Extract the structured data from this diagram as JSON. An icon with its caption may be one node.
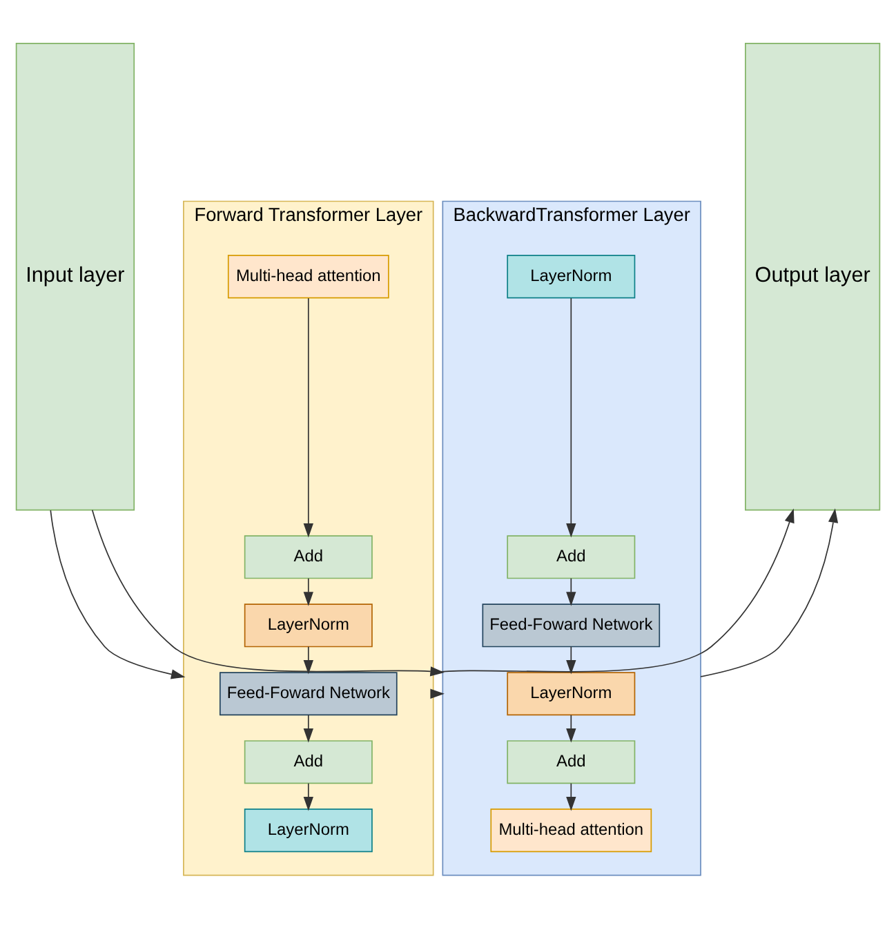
{
  "diagram": {
    "nodes": [
      {
        "text": [
          "Input layer"
        ]
      },
      {
        "text": [
          "Forward Transformer Layer"
        ]
      },
      {
        "text": [
          "Multi-head attention"
        ],
        "in": 1
      },
      {
        "text": [
          "Add"
        ],
        "in": 1
      },
      {
        "text": [
          "LayerNorm"
        ],
        "in": 1
      },
      {
        "text": [
          "Feed-Foward Network"
        ],
        "in": 1
      },
      {
        "text": [
          "Add"
        ],
        "in": 1
      },
      {
        "text": [
          "LayerNorm"
        ],
        "in": 1
      },
      {
        "text": [
          "BackwardTransformer Layer"
        ]
      },
      {
        "text": [
          "LayerNorm"
        ],
        "in": 8
      },
      {
        "text": [
          "Add"
        ],
        "in": 8
      },
      {
        "text": [
          "Feed-Foward Network"
        ],
        "in": 8
      },
      {
        "text": [
          "LayerNorm"
        ],
        "in": 8
      },
      {
        "text": [
          "Add"
        ],
        "in": 8
      },
      {
        "text": [
          "Multi-head attention"
        ],
        "in": 8
      },
      {
        "text": [
          "Output layer"
        ]
      }
    ],
    "edges": [
      {
        "from": 2,
        "to": 3,
        "arrow": "to"
      },
      {
        "from": 3,
        "to": 4,
        "arrow": "to"
      },
      {
        "from": 4,
        "to": 5,
        "arrow": "to"
      },
      {
        "from": 5,
        "to": 6,
        "arrow": "to"
      },
      {
        "from": 6,
        "to": 7,
        "arrow": "to"
      },
      {
        "from": 9,
        "to": 10,
        "arrow": "to"
      },
      {
        "from": 10,
        "to": 11,
        "arrow": "to"
      },
      {
        "from": 11,
        "to": 12,
        "arrow": "to"
      },
      {
        "from": 12,
        "to": 13,
        "arrow": "to"
      },
      {
        "from": 13,
        "to": 14,
        "arrow": "to"
      },
      {
        "from": 0,
        "to": 1,
        "arrow": "to"
      },
      {
        "from": 1,
        "to": 8,
        "arrow": "to"
      },
      {
        "from": 8,
        "to": 15,
        "arrow": "to"
      },
      {
        "from": 0,
        "to": 8,
        "arrow": "to"
      },
      {
        "from": 1,
        "to": 15,
        "arrow": "to"
      }
    ]
  }
}
